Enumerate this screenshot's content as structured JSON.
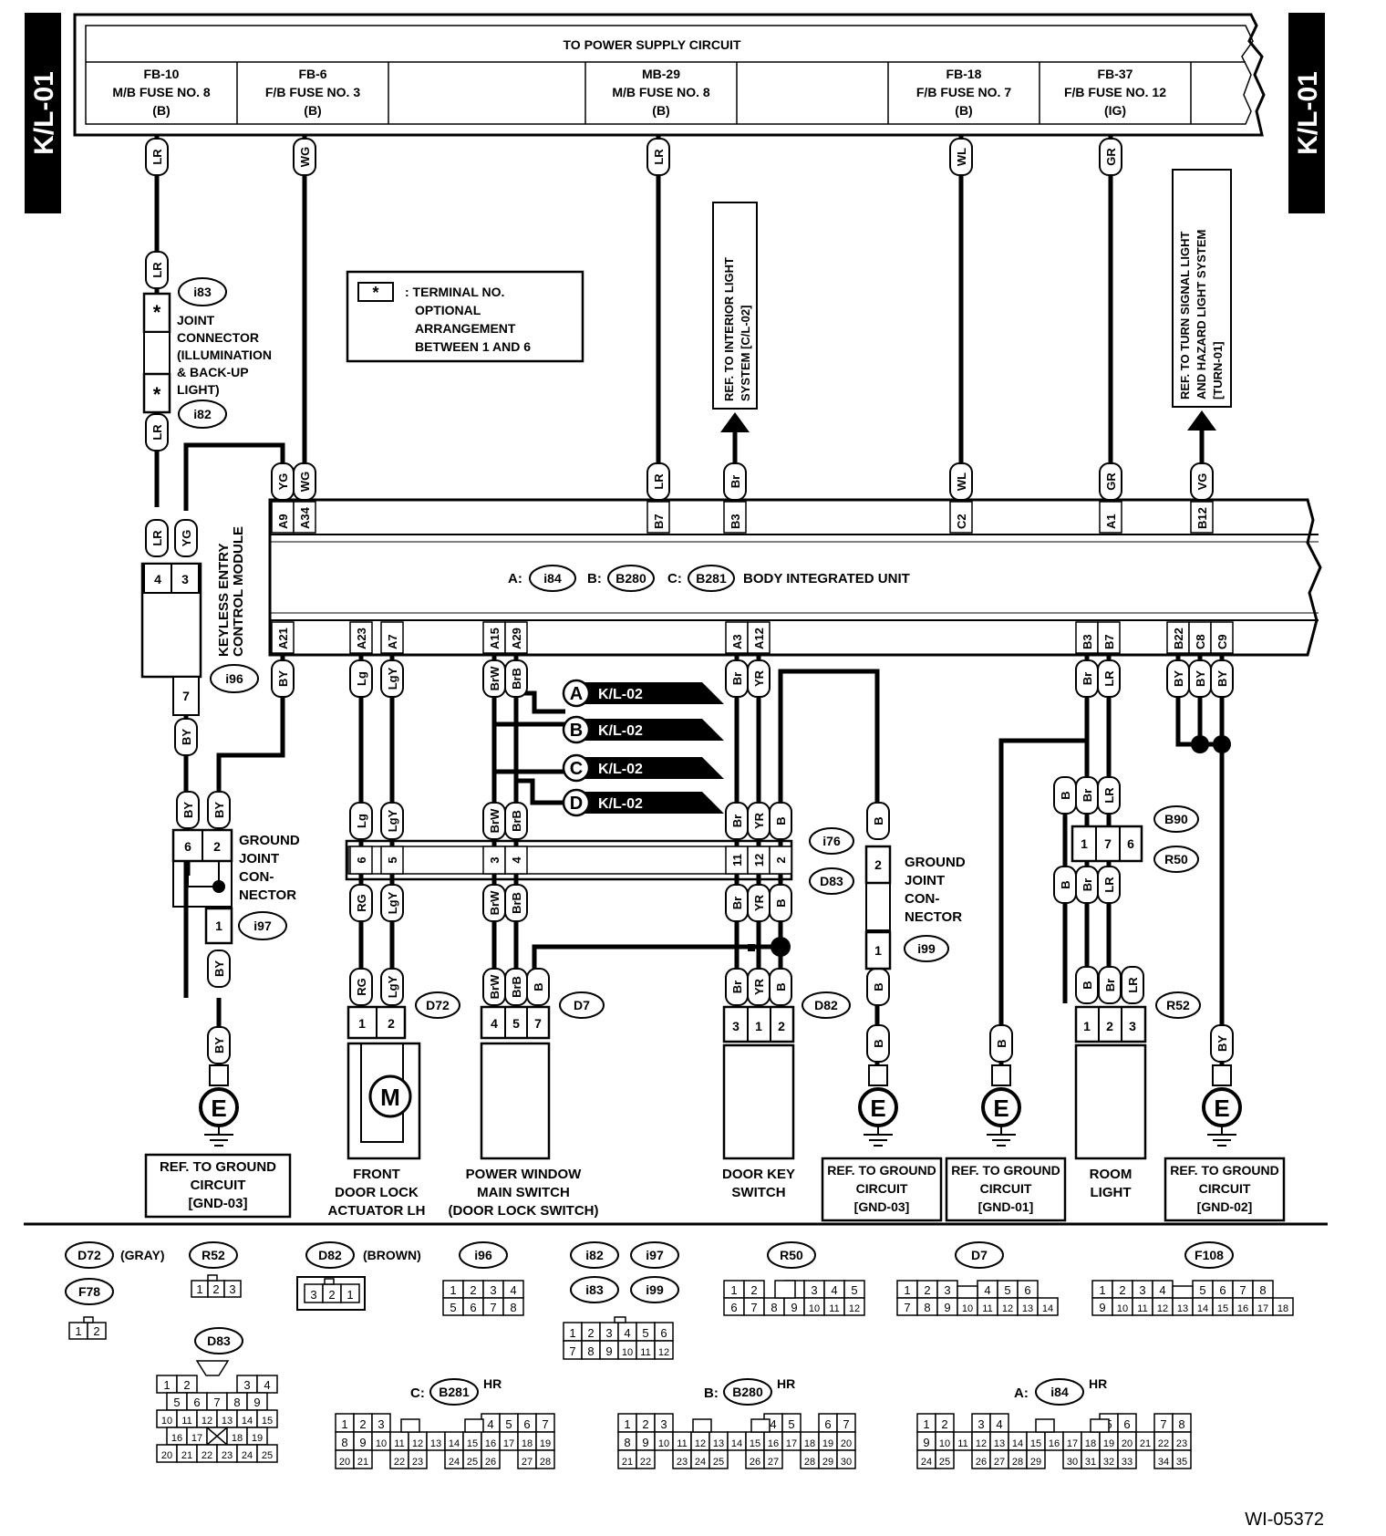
{
  "page": {
    "side_tag": "K/L-01",
    "diagram_id": "WI-05372"
  },
  "supply": {
    "title": "TO POWER SUPPLY CIRCUIT",
    "fuses": [
      {
        "id": "FB-10",
        "line1": "M/B FUSE NO. 8",
        "line2": "(B)"
      },
      {
        "id": "FB-6",
        "line1": "F/B  FUSE NO. 3",
        "line2": "(B)"
      },
      {
        "id": "MB-29",
        "line1": "M/B  FUSE NO. 8",
        "line2": "(B)"
      },
      {
        "id": "FB-18",
        "line1": "F/B  FUSE NO. 7",
        "line2": "(B)"
      },
      {
        "id": "FB-37",
        "line1": "F/B  FUSE NO. 12",
        "line2": "(IG)"
      }
    ]
  },
  "note": {
    "symbol": "*",
    "lines": [
      ": TERMINAL NO.",
      "OPTIONAL",
      "ARRANGEMENT",
      "BETWEEN 1 AND 6"
    ]
  },
  "refs": {
    "interior": [
      "REF. TO INTERIOR LIGHT",
      "SYSTEM [C/L-02]"
    ],
    "turn": [
      "REF. TO TURN SIGNAL LIGHT",
      "AND HAZARD LIGHT SYSTEM",
      "[TURN-01]"
    ]
  },
  "joint_connector": {
    "top_id": "i83",
    "bottom_id": "i82",
    "lines": [
      "JOINT",
      "CONNECTOR",
      "(ILLUMINATION",
      "& BACK-UP",
      "LIGHT)"
    ]
  },
  "keyless": {
    "lines": [
      "KEYLESS ENTRY",
      "CONTROL MODULE"
    ],
    "id": "i96"
  },
  "biu": {
    "prefix_a": "A:",
    "id_a": "i84",
    "prefix_b": "B:",
    "id_b": "B280",
    "prefix_c": "C:",
    "id_c": "B281",
    "name": "BODY INTEGRATED UNIT",
    "top_pins": [
      "A9",
      "A34",
      "B7",
      "B3",
      "C2",
      "A1",
      "B12"
    ],
    "bottom_pins": [
      "A21",
      "A23",
      "A7",
      "A15",
      "A29",
      "A3",
      "A12",
      "B3",
      "B7",
      "B22",
      "C8",
      "C9"
    ]
  },
  "wire_colors": {
    "lr": "LR",
    "wg": "WG",
    "wl": "WL",
    "gr": "GR",
    "yg": "YG",
    "br": "Br",
    "vg": "VG",
    "by": "BY",
    "lg": "Lg",
    "lgy": "LgY",
    "brw": "BrW",
    "brb": "BrB",
    "yr": "YR",
    "b": "B",
    "rg": "RG",
    "star": "*"
  },
  "flags": {
    "a": {
      "letter": "A",
      "ref": "K/L-02"
    },
    "b": {
      "letter": "B",
      "ref": "K/L-02"
    },
    "c": {
      "letter": "C",
      "ref": "K/L-02"
    },
    "d": {
      "letter": "D",
      "ref": "K/L-02"
    }
  },
  "ids": {
    "i76": "i76",
    "d83": "D83",
    "i97": "i97",
    "i99": "i99",
    "b90": "B90",
    "r50": "R50",
    "r52": "R52",
    "d72": "D72",
    "d7": "D7",
    "d82": "D82"
  },
  "ground_joint": [
    "GROUND",
    "JOINT",
    "CON-",
    "NECTOR"
  ],
  "components": {
    "actuator": [
      "FRONT",
      "DOOR LOCK",
      "ACTUATOR LH"
    ],
    "pw_switch": [
      "POWER WINDOW",
      "MAIN SWITCH",
      "(DOOR LOCK SWITCH)"
    ],
    "door_key": [
      "DOOR KEY",
      "SWITCH"
    ],
    "room_light": [
      "ROOM",
      "LIGHT"
    ],
    "motor": "M",
    "ground": "E"
  },
  "ground_refs": {
    "g1": [
      "REF. TO GROUND",
      "CIRCUIT",
      "[GND-03]"
    ],
    "g2": [
      "REF. TO GROUND",
      "CIRCUIT",
      "[GND-03]"
    ],
    "g3": [
      "REF. TO GROUND",
      "CIRCUIT",
      "[GND-01]"
    ],
    "g4": [
      "REF. TO GROUND",
      "CIRCUIT",
      "[GND-02]"
    ]
  },
  "connectors_legend": {
    "d72": "D72",
    "d72_color": "(GRAY)",
    "f78": "F78",
    "r52": "R52",
    "d82": "D82",
    "d82_color": "(BROWN)",
    "d83": "D83",
    "i96": "i96",
    "i82": "i82",
    "i97": "i97",
    "i83": "i83",
    "i99": "i99",
    "r50": "R50",
    "d7": "D7",
    "f108": "F108",
    "b281_prefix": "C:",
    "b281": "B281",
    "b280_prefix": "B:",
    "b280": "B280",
    "i84_prefix": "A:",
    "i84": "i84",
    "hr": "HR"
  }
}
